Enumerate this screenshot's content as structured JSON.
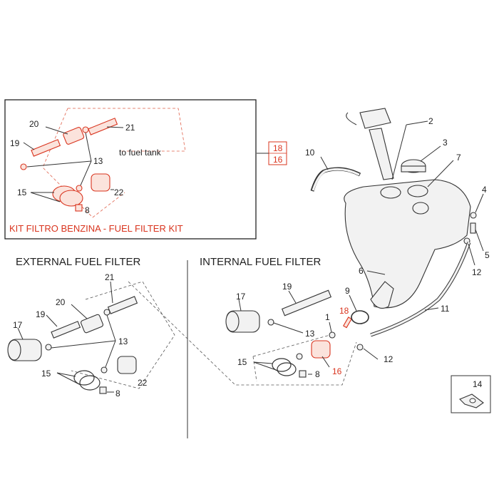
{
  "kit": {
    "title": "KIT FILTRO BENZINA - FUEL FILTER KIT",
    "to_tank_label": "to fuel tank",
    "ref_top": "18",
    "ref_bottom": "16"
  },
  "sections": {
    "external": "EXTERNAL FUEL FILTER",
    "internal": "INTERNAL FUEL FILTER"
  },
  "callouts": {
    "kit": [
      "20",
      "21",
      "19",
      "13",
      "15",
      "22",
      "8"
    ],
    "external": [
      "21",
      "20",
      "19",
      "17",
      "13",
      "15",
      "22",
      "8"
    ],
    "internal": [
      "19",
      "17",
      "13",
      "15",
      "8",
      "16",
      "9",
      "1",
      "18",
      "12"
    ],
    "tank": [
      "2",
      "3",
      "7",
      "10",
      "4",
      "5",
      "12",
      "6",
      "11",
      "14"
    ]
  },
  "colors": {
    "highlight": "#d9341e",
    "lines": "#333333"
  }
}
